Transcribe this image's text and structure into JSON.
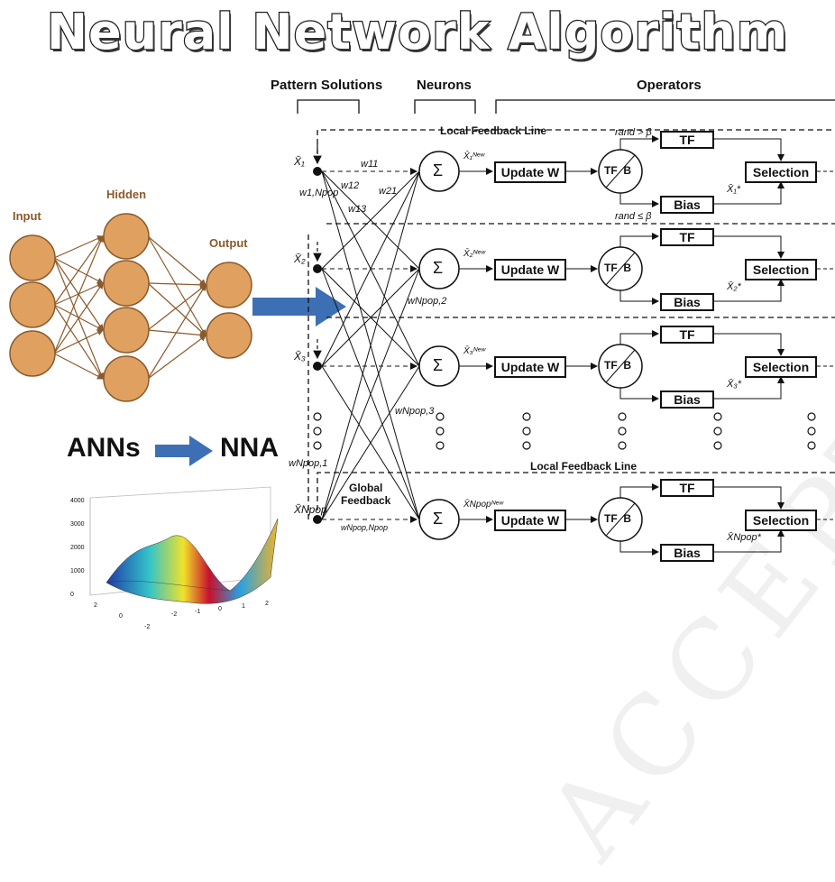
{
  "title": "Neural Network Algorithm",
  "headers": {
    "pattern": "Pattern Solutions",
    "neurons": "Neurons",
    "operators": "Operators"
  },
  "ann": {
    "input": "Input",
    "hidden": "Hidden",
    "output": "Output"
  },
  "conversion": {
    "from": "ANNs",
    "to": "NNA"
  },
  "feedback": {
    "local": "Local Feedback Line",
    "global": "Global\nFeedback"
  },
  "rows": [
    {
      "x": "X̄₁",
      "new": "X̄₁ᴺᵉʷ",
      "star": "X̄₁*"
    },
    {
      "x": "X̄₂",
      "new": "X̄₂ᴺᵉʷ",
      "star": "X̄₂*"
    },
    {
      "x": "X̄₃",
      "new": "X̄₃ᴺᵉʷ",
      "star": "X̄₃*"
    },
    {
      "x": "X̄Npop",
      "new": "X̄Npopᴺᵉʷ",
      "star": "X̄Npop*"
    }
  ],
  "weights": [
    "w11",
    "w12",
    "w13",
    "w21",
    "w1,Npop",
    "wNpop,2",
    "wNpop,3",
    "wNpop,1",
    "wNpop,Npop"
  ],
  "ops": {
    "update": "Update W",
    "tf": "TF",
    "bias": "Bias",
    "selection": "Selection",
    "sigma": "Σ",
    "tfb": "TF  B"
  },
  "conditions": {
    "gt": "rand > β",
    "le": "rand ≤ β"
  },
  "surface_ticks": {
    "z": [
      "4000",
      "3000",
      "2000",
      "1000",
      "0"
    ],
    "x": [
      "-2",
      "-1",
      "0",
      "1",
      "2"
    ],
    "y": [
      "2",
      "0",
      "-2"
    ]
  },
  "watermark": "ACCEPTED MANUS"
}
